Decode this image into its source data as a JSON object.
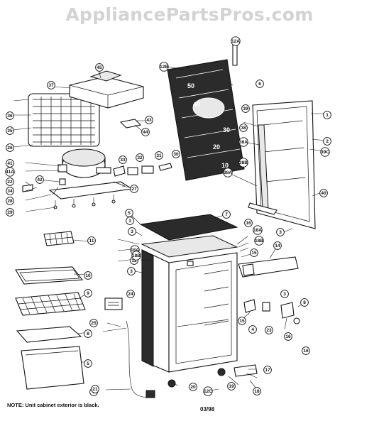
{
  "watermark": "AppliancePartsPros.com",
  "note": "NOTE:  Unit cabinet exterior is black.",
  "diagram_code": "03/98",
  "door_panel_markings": [
    "50",
    "40",
    "30",
    "20",
    "10"
  ],
  "callouts": [
    "1",
    "2",
    "3",
    "3",
    "3",
    "3",
    "3",
    "4",
    "5",
    "5",
    "5",
    "6",
    "7",
    "8",
    "8",
    "9",
    "10",
    "11",
    "12",
    "12A",
    "12B",
    "12C",
    "14",
    "15",
    "15",
    "16",
    "16",
    "16",
    "17",
    "18",
    "18A",
    "18A",
    "18B",
    "18B",
    "19",
    "20",
    "21",
    "22",
    "23",
    "24",
    "25",
    "26",
    "27",
    "28",
    "29",
    "30",
    "31",
    "32",
    "33",
    "34",
    "35",
    "36",
    "37",
    "38",
    "38A",
    "38A",
    "38B",
    "39",
    "39C",
    "40",
    "41",
    "41A",
    "42",
    "43",
    "44",
    "45"
  ]
}
